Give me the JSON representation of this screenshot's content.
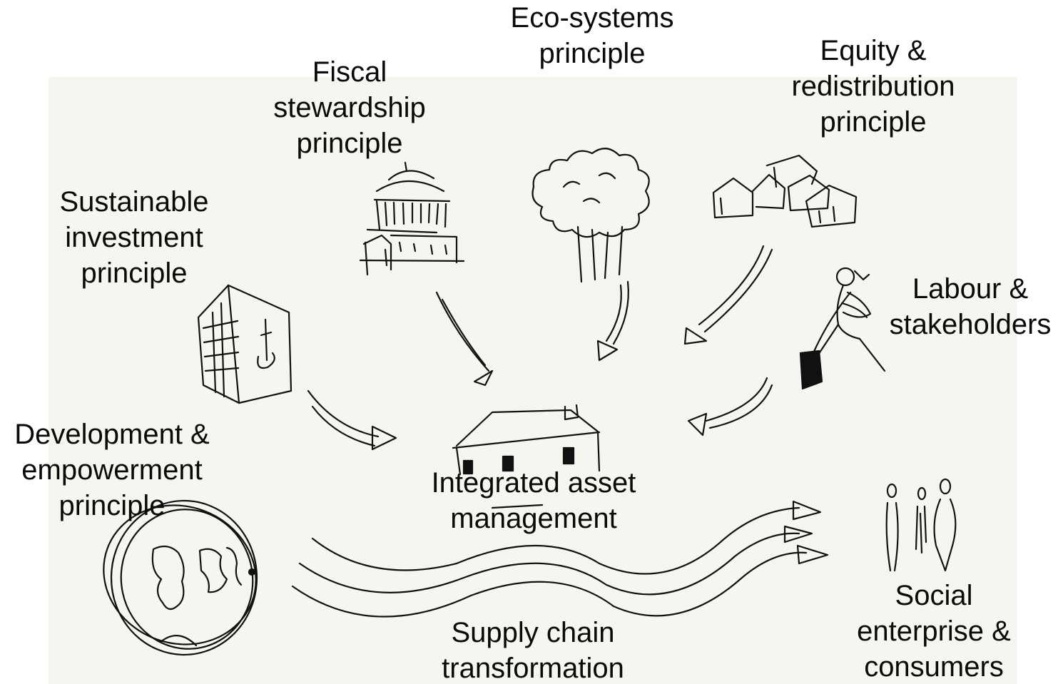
{
  "diagram": {
    "center_label": [
      "Integrated asset",
      "management"
    ],
    "labels": [
      {
        "id": "fiscal",
        "lines": [
          "Fiscal",
          "stewardship",
          "principle"
        ]
      },
      {
        "id": "eco",
        "lines": [
          "Eco-systems",
          "principle"
        ]
      },
      {
        "id": "equity",
        "lines": [
          "Equity &",
          "redistribution",
          "principle"
        ]
      },
      {
        "id": "sustainable",
        "lines": [
          "Sustainable",
          "investment",
          "principle"
        ]
      },
      {
        "id": "labour",
        "lines": [
          "Labour &",
          "stakeholders"
        ]
      },
      {
        "id": "development",
        "lines": [
          "Development &",
          "empowerment",
          "principle"
        ]
      },
      {
        "id": "supply",
        "lines": [
          "Supply chain",
          "transformation"
        ]
      },
      {
        "id": "social",
        "lines": [
          "Social",
          "enterprise &",
          "consumers"
        ]
      }
    ],
    "colors": {
      "ink": "#111111",
      "paper": "#f5f6f0",
      "background": "#ffffff"
    },
    "icons": [
      "capitol-dome-icon",
      "trees-icon",
      "houses-icon",
      "office-building-icon",
      "worker-icon",
      "house-icon",
      "globe-icon",
      "people-icon"
    ]
  }
}
